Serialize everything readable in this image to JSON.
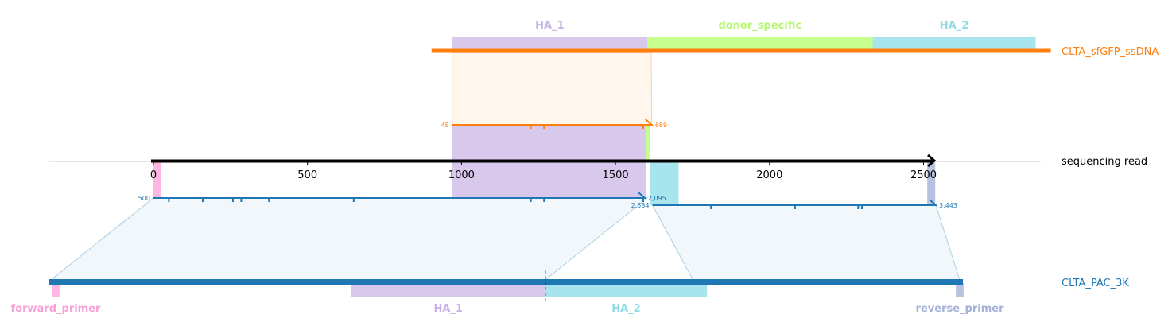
{
  "colors": {
    "ha1": "#d8c8ec",
    "ha1_text": "#c7b3e6",
    "donor": "#c6ff8e",
    "donor_text": "#b9f77a",
    "ha2": "#a8e4ee",
    "ha2_text": "#8fdbe8",
    "orange": "#ff7f0e",
    "blue": "#1f77b4",
    "pink": "#ffb6e2",
    "pink_text": "#f7a1d8",
    "steel": "#b6c2e0",
    "steel_text": "#a4b3d6",
    "light_blue_fill": "#f2f7fb",
    "light_orange_fill": "#fff6ee"
  },
  "axis": {
    "ticks": [
      0,
      500,
      1000,
      1500,
      2000,
      2500
    ],
    "tick_labels": [
      "0",
      "500",
      "1000",
      "1500",
      "2000",
      "2500"
    ]
  },
  "tracks": {
    "donor": {
      "label": "CLTA_sfGFP_ssDNA",
      "features": [
        {
          "name": "HA_1",
          "start": 970,
          "end": 1603
        },
        {
          "name": "donor_specific",
          "start": 1603,
          "end": 2335
        },
        {
          "name": "HA_2",
          "start": 2335,
          "end": 2864
        }
      ],
      "extent": [
        926,
        2890
      ]
    },
    "read": {
      "label": "sequencing read",
      "extent": [
        0,
        2540
      ],
      "features": [
        {
          "name": "pink",
          "start": 0,
          "end": 24
        },
        {
          "name": "ha1",
          "start": 970,
          "end": 1598
        },
        {
          "name": "donor",
          "start": 1598,
          "end": 1612
        },
        {
          "name": "ha2",
          "start": 1612,
          "end": 1705
        },
        {
          "name": "steel",
          "start": 2512,
          "end": 2538
        }
      ]
    },
    "genome": {
      "label": "CLTA_PAC_3K",
      "features": [
        {
          "name": "forward_primer",
          "start": -330,
          "end": -305
        },
        {
          "name": "HA_1",
          "start": 642,
          "end": 1272
        },
        {
          "name": "HA_2",
          "start": 1272,
          "end": 1797
        },
        {
          "name": "reverse_primer",
          "start": 2605,
          "end": 2630
        }
      ],
      "cut_site": 1272
    }
  },
  "alignments": {
    "donor_alignment": {
      "start_label": "48",
      "end_label": "689",
      "read_start": 970,
      "read_end": 1618,
      "ticks": [
        1225,
        1268,
        1590
      ]
    },
    "genome_alignment_1": {
      "start_label": "500",
      "end_label": "2,095",
      "read_start": 0,
      "read_end": 1595,
      "ticks": [
        50,
        160,
        258,
        285,
        375,
        650,
        1225,
        1268,
        1590
      ]
    },
    "genome_alignment_2": {
      "start_label": "2,534",
      "end_label": "3,443",
      "read_start": 1620,
      "read_end": 2540,
      "ticks": [
        1810,
        2083,
        2288,
        2300
      ]
    }
  }
}
